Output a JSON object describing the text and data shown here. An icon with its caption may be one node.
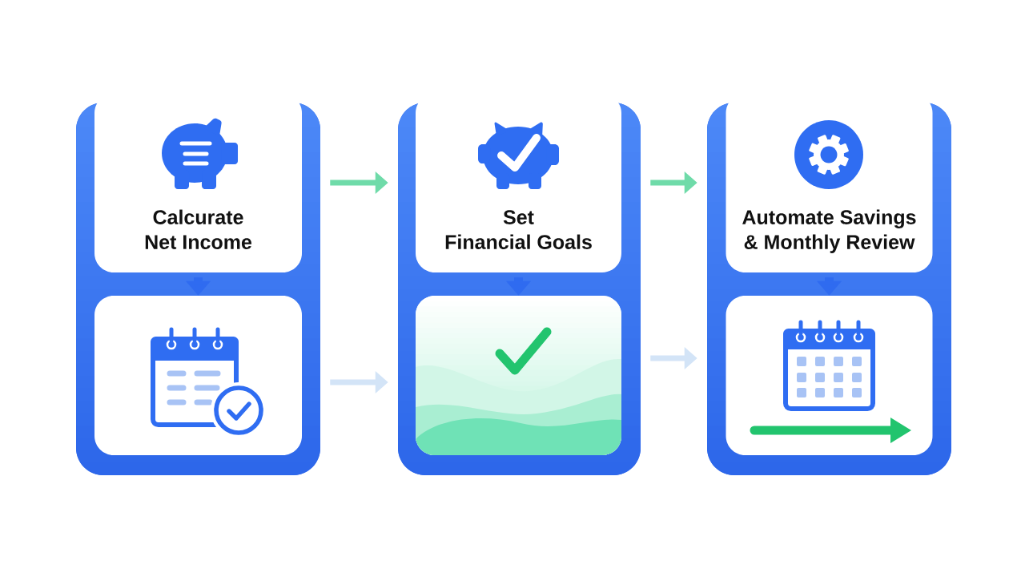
{
  "diagram": {
    "nodes": [
      {
        "text": [],
        "shape": "box"
      },
      {
        "text": [
          "Calcurate Net Income"
        ],
        "in": 0
      },
      {
        "text": [],
        "shape": "box",
        "in": 0
      },
      {
        "text": [],
        "shape": "box"
      },
      {
        "text": [
          "Set Financial Goals"
        ],
        "in": 3
      },
      {
        "text": [],
        "shape": "box",
        "in": 3
      },
      {
        "text": [],
        "shape": "box"
      },
      {
        "text": [
          "Automate Savings & Monthly Review"
        ],
        "in": 6
      },
      {
        "text": [],
        "shape": "box",
        "in": 6
      }
    ],
    "edges": [
      {
        "from": 1,
        "to": 2,
        "arrow": "to"
      },
      {
        "from": 4,
        "to": 5,
        "arrow": "to"
      },
      {
        "from": 7,
        "to": 8,
        "arrow": "to"
      },
      {
        "from": 0,
        "to": 3,
        "arrow": "to",
        "color": "#6fdba9"
      },
      {
        "from": 0,
        "to": 3,
        "arrow": "to",
        "color": "#d3e4f7"
      },
      {
        "from": 3,
        "to": 6,
        "arrow": "to",
        "color": "#6fdba9"
      },
      {
        "from": 3,
        "to": 6,
        "arrow": "to",
        "color": "#d3e4f7"
      }
    ]
  }
}
